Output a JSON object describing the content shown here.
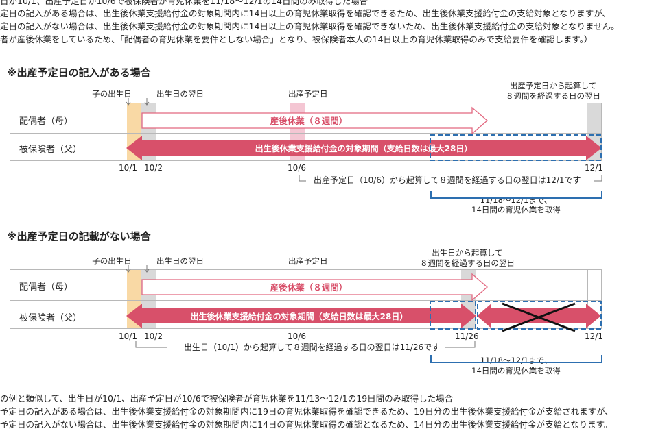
{
  "intro": {
    "line1": "日が10/1、出産予定日が10/6で被保険者が育児休業を11/18～12/1の14日間のみ取得した場合",
    "line2": "定日の記入がある場合は、出生後休業支援給付金の対象期間内に14日以上の育児休業取得を確認できるため、出生後休業支援給付金の支給対象となりますが、",
    "line3": "定日の記入がない場合は、出生後休業支援給付金の対象期間内に14日以上の育児休業取得を確認できないため、出生後休業支援給付金の支給対象となりません。",
    "line4": "者が産後休業をしているため、「配偶者の育児休業を要件としない場合」となり、被保険者本人の14日以上の育児休業取得のみで支給要件を確認します。）"
  },
  "diagram1": {
    "title": "※出産予定日の記入がある場合",
    "hdr_birth": "子の出生日",
    "hdr_nextday": "出生日の翌日",
    "hdr_due": "出産予定日",
    "hdr_8weeks_line1": "出産予定日から起算して",
    "hdr_8weeks_line2": "８週間を経過する日の翌日",
    "row_mother": "配偶者（母）",
    "row_father": "被保険者（父）",
    "arrow_maternity": "産後休業（８週間）",
    "arrow_period": "出生後休業支援給付金の対象期間（支給日数は最大28日）",
    "date_10_1": "10/1",
    "date_10_2": "10/2",
    "date_10_6": "10/6",
    "date_12_1": "12/1",
    "note_next": "出産予定日（10/6）から起算して８週間を経過する日の翌日は12/1です",
    "leave_line1": "11/18～12/1まで、",
    "leave_line2": "14日間の育児休業を取得"
  },
  "diagram2": {
    "title": "※出産予定日の記載がない場合",
    "hdr_birth": "子の出生日",
    "hdr_nextday": "出生日の翌日",
    "hdr_due": "出産予定日",
    "hdr_8weeks_line1": "出生日から起算して",
    "hdr_8weeks_line2": "８週間を経過する日の翌日",
    "row_mother": "配偶者（母）",
    "row_father": "被保険者（父）",
    "arrow_maternity": "産後休業（８週間）",
    "arrow_period": "出生後休業支援給付金の対象期間（支給日数は最大28日）",
    "date_10_1": "10/1",
    "date_10_2": "10/2",
    "date_10_6": "10/6",
    "date_11_26": "11/26",
    "date_12_1": "12/1",
    "note_next": "出生日（10/1）から起算して８週間を経過する日の翌日は11/26です",
    "leave_line1": "11/18～12/1まで、",
    "leave_line2": "14日間の育児休業を取得"
  },
  "footer": {
    "line1": "の例と類似して、出生日が10/1、出産予定日が10/6で被保険者が育児休業を11/13～12/1の19日間のみ取得した場合",
    "line2": "予定日の記入がある場合は、出生後休業支援給付金の対象期間内に19日の育児休業取得を確認できるため、19日分の出生後休業支援給付金が支給されますが、",
    "line3": "予定日の記入がない場合は、出生後休業支援給付金の対象期間内に14日の育児休業取得の確認となるため、14日分の出生後休業支援給付金が支給となります。"
  },
  "colors": {
    "arrow_red": "#d8506a",
    "maternity_outline": "#e2677f",
    "maternity_text": "#d8506a",
    "birth_shade": "#f9d9a5",
    "nextday_shade": "#d9d9d9",
    "due_shade": "#f4c6d3",
    "dashed_blue": "#2d6fb0",
    "bracket_blue": "#2d6fb0",
    "cross": "#111111"
  }
}
